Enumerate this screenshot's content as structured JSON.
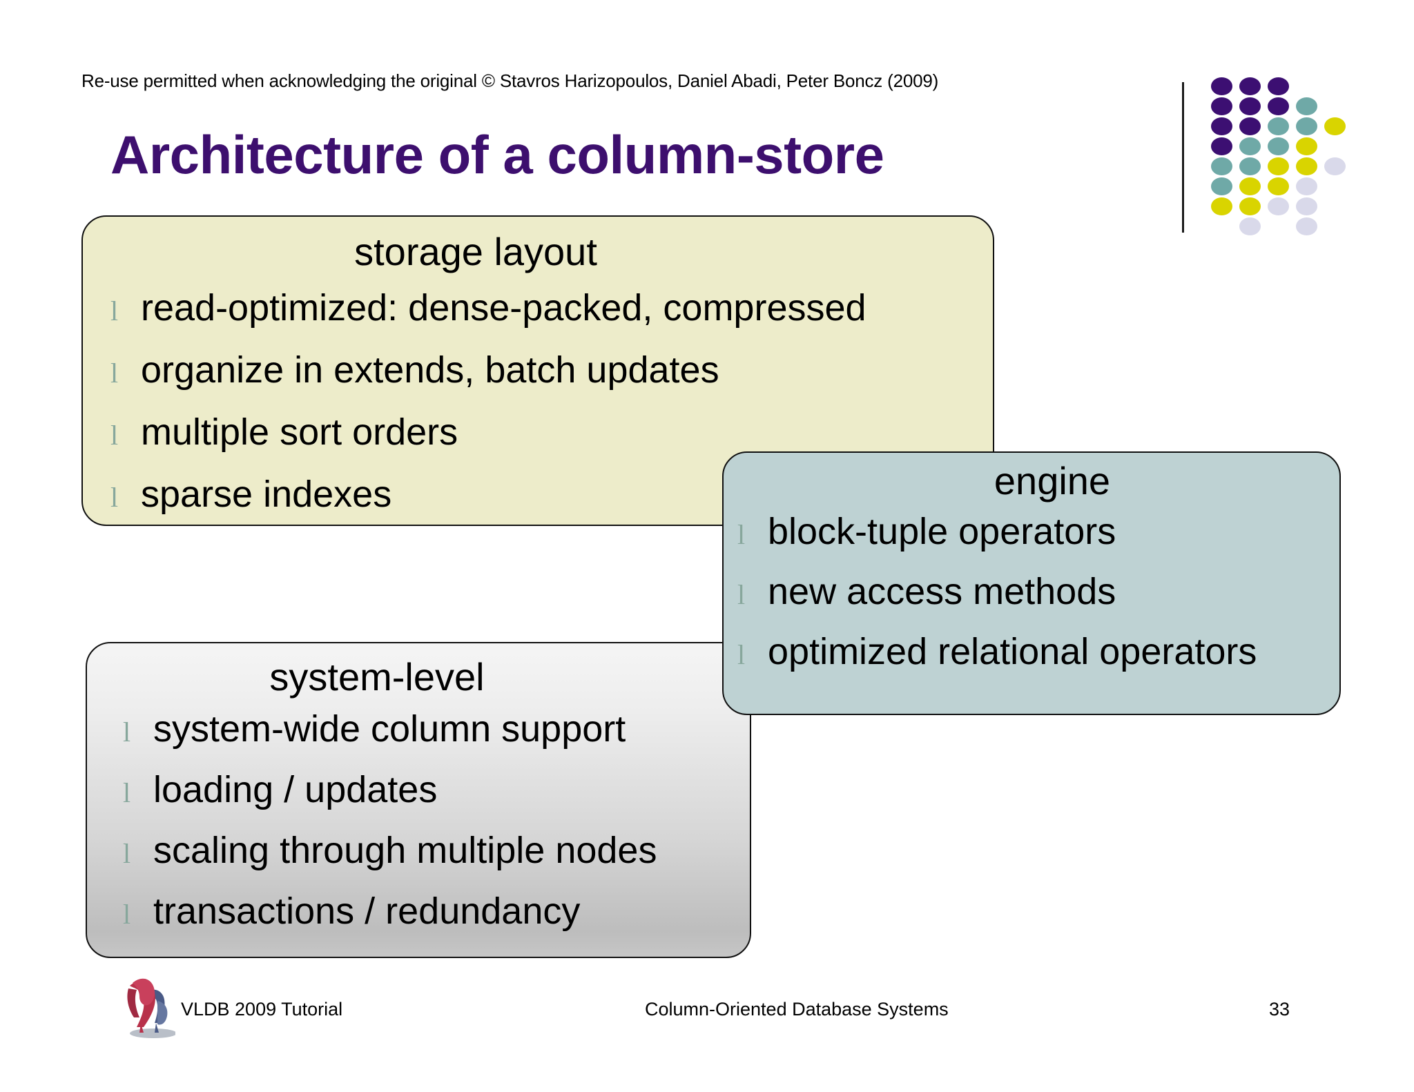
{
  "slide": {
    "credit": "Re-use permitted when acknowledging the original © Stavros Harizopoulos, Daniel Abadi, Peter Boncz (2009)",
    "title": "Architecture of a column-store",
    "title_color": "#3d0f6e",
    "bullet_glyph": "l"
  },
  "logo": {
    "name": "cwi-dot-logo",
    "colors": {
      "purple": "#3c0f72",
      "teal": "#6fa9a7",
      "yellow": "#d9d400",
      "lavender": "#d9d9ea"
    },
    "grid": [
      [
        "purple",
        "purple",
        "purple",
        "",
        ""
      ],
      [
        "purple",
        "purple",
        "purple",
        "teal",
        ""
      ],
      [
        "purple",
        "purple",
        "teal",
        "teal",
        "yellow"
      ],
      [
        "purple",
        "teal",
        "teal",
        "yellow",
        ""
      ],
      [
        "teal",
        "teal",
        "yellow",
        "yellow",
        "lavender"
      ],
      [
        "teal",
        "yellow",
        "yellow",
        "lavender",
        ""
      ],
      [
        "yellow",
        "yellow",
        "lavender",
        "lavender",
        ""
      ],
      [
        "",
        "lavender",
        "",
        "lavender",
        ""
      ]
    ]
  },
  "boxes": {
    "storage": {
      "title": "storage layout",
      "fill": "#edecca",
      "bullets": [
        "read-optimized: dense-packed, compressed",
        "organize in extends, batch updates",
        "multiple sort orders",
        "sparse indexes"
      ]
    },
    "engine": {
      "title": "engine",
      "fill": "#bed2d3",
      "bullets": [
        "block-tuple operators",
        "new access methods",
        "optimized relational operators"
      ]
    },
    "system": {
      "title": "system-level",
      "fill": "#dcdcdc",
      "bullets": [
        "system-wide column support",
        "loading / updates",
        "scaling through multiple nodes",
        "transactions  / redundancy"
      ]
    }
  },
  "footer": {
    "left": "VLDB 2009 Tutorial",
    "center": "Column-Oriented Database Systems",
    "page": "33"
  }
}
